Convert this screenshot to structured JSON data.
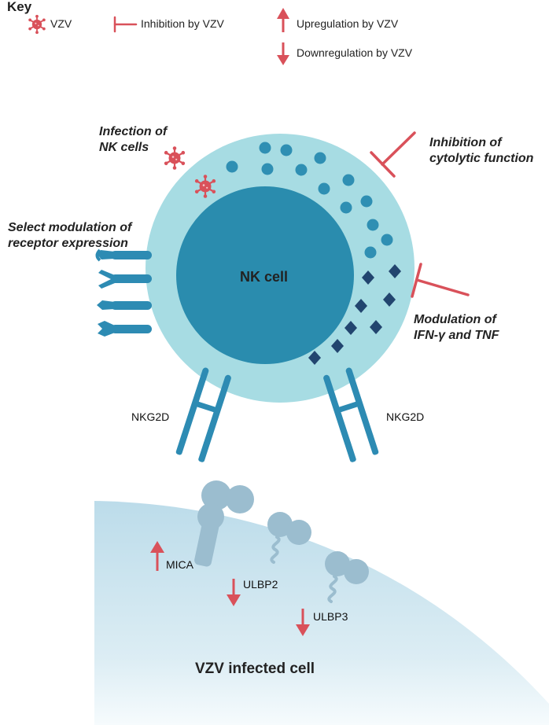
{
  "key": {
    "title": "Key",
    "vzv": "VZV",
    "inhibition": "Inhibition by VZV",
    "upregulation": "Upregulation by VZV",
    "downregulation": "Downregulation by VZV"
  },
  "annotations": {
    "infection_line1": "Infection of",
    "infection_line2": "NK cells",
    "inhibition_line1": "Inhibition of",
    "inhibition_line2": "cytolytic function",
    "select_line1": "Select modulation of",
    "select_line2": "receptor expression",
    "modulation_line1": "Modulation of",
    "modulation_line2": "IFN-γ and TNF"
  },
  "nk_cell": {
    "label": "NK cell",
    "receptor_left": "NKG2D",
    "receptor_right": "NKG2D"
  },
  "infected_cell": {
    "label": "VZV infected cell",
    "ligands": [
      "MICA",
      "ULBP2",
      "ULBP3"
    ]
  },
  "colors": {
    "red": "#d9515a",
    "cytoplasm": "#a7dce3",
    "nucleus": "#2a8cae",
    "granule": "#2f8fb3",
    "diamond": "#22456f",
    "receptor": "#2d8bb3",
    "infected_cell": "#cde5ef",
    "ligand": "#9bbdcf"
  }
}
